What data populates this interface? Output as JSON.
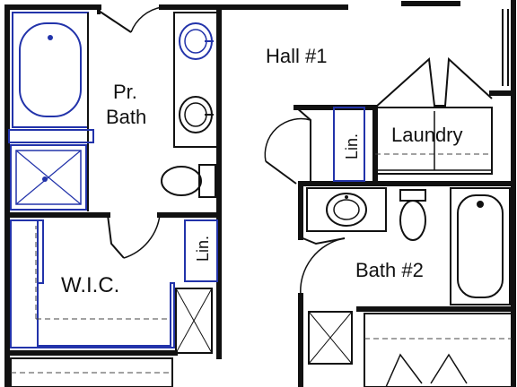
{
  "rooms": {
    "pr_bath_line1": "Pr.",
    "pr_bath_line2": "Bath",
    "hall": "Hall #1",
    "laundry": "Laundry",
    "linen_1": "Lin.",
    "linen_2": "Lin.",
    "wic": "W.I.C.",
    "bath2": "Bath #2"
  },
  "colors": {
    "wall": "#111111",
    "fixture": "#2233aa",
    "line": "#222222"
  }
}
